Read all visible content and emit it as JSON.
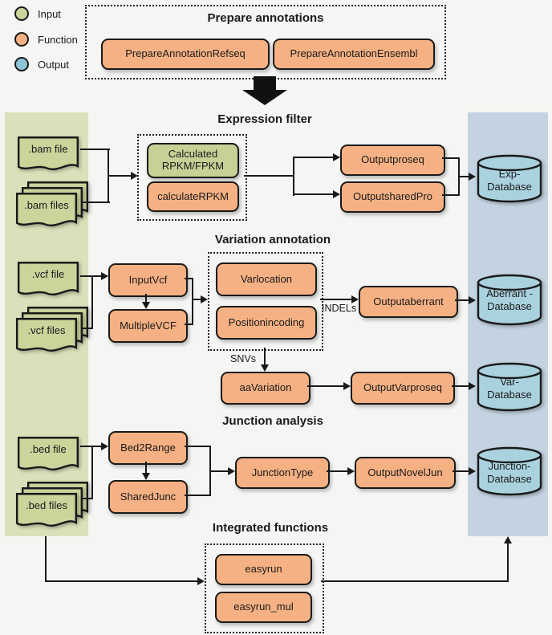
{
  "legend": {
    "items": [
      {
        "label": "Input",
        "color": "#ccd39b"
      },
      {
        "label": "Function",
        "color": "#f5b183"
      },
      {
        "label": "Output",
        "color": "#8fc5d8"
      }
    ]
  },
  "prepare": {
    "title": "Prepare annotations",
    "refseq": "PrepareAnnotationRefseq",
    "ensembl": "PrepareAnnotationEnsembl"
  },
  "expression": {
    "title": "Expression filter",
    "bam_file": ".bam file",
    "bam_files": ".bam files",
    "calculated_line1": "Calculated",
    "calculated_line2": "RPKM/FPKM",
    "calculate_rpkm": "calculateRPKM",
    "outputproseq": "Outputproseq",
    "outputsharedpro": "OutputsharedPro",
    "database": {
      "line1": "Exp-",
      "line2": "Database"
    }
  },
  "variation": {
    "title": "Variation annotation",
    "vcf_file": ".vcf file",
    "vcf_files": ".vcf files",
    "inputvcf": "InputVcf",
    "multiplevcf": "MultipleVCF",
    "varlocation": "Varlocation",
    "positionincoding": "Positionincoding",
    "indels_label": "INDELs",
    "snvs_label": "SNVs",
    "outputaberrant": "Outputaberrant",
    "aavariation": "aaVariation",
    "outputvarproseq": "OutputVarproseq",
    "aberrant_database": {
      "line1": "Aberrant -",
      "line2": "Database"
    },
    "var_database": {
      "line1": "Var-",
      "line2": "Database"
    }
  },
  "junction": {
    "title": "Junction analysis",
    "bed_file": ".bed file",
    "bed_files": ".bed files",
    "bed2range": "Bed2Range",
    "sharedjunc": "SharedJunc",
    "junctiontype": "JunctionType",
    "outputnoveljun": "OutputNovelJun",
    "database": {
      "line1": "Junction-",
      "line2": "Database"
    }
  },
  "integrated": {
    "title": "Integrated functions",
    "easyrun": "easyrun",
    "easyrun_mul": "easyrun_mul"
  },
  "colors": {
    "input_fill": "#ccd39b",
    "function_fill": "#f5b183",
    "output_fill": "#a9d2de",
    "input_column": "#dce0ba",
    "output_column": "#c4d3e2",
    "outline": "#1a1a1a"
  }
}
